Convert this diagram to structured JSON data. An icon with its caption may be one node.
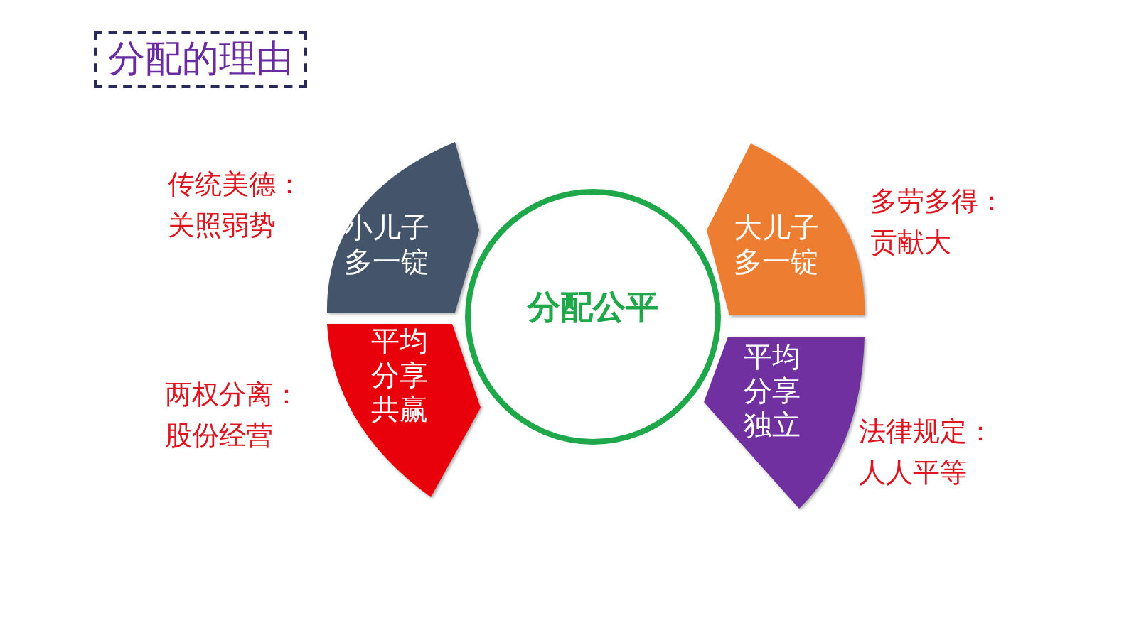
{
  "diagram": {
    "title": "分配的理由",
    "nodes": [
      {
        "text": [
          "分配公平"
        ]
      },
      {
        "text": [
          "小儿子多一锭"
        ],
        "beside": [
          "传统美德：关照弱势"
        ]
      },
      {
        "text": [
          "大儿子多一锭"
        ],
        "beside": [
          "多劳多得：贡献大"
        ]
      },
      {
        "text": [
          "平均分享共赢"
        ],
        "beside": [
          "两权分离：股份经营"
        ]
      },
      {
        "text": [
          "平均分享独立"
        ],
        "beside": [
          "法律规定：人人平等"
        ]
      }
    ]
  }
}
